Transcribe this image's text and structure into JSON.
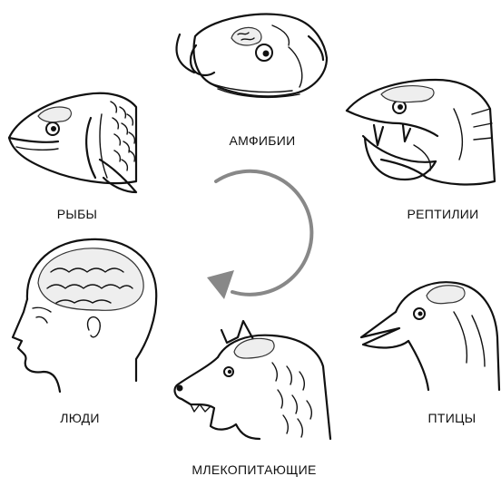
{
  "labels": {
    "amphibians": "АМФИБИИ",
    "fish": "РЫБЫ",
    "reptiles": "РЕПТИЛИИ",
    "humans": "ЛЮДИ",
    "birds": "ПТИЦЫ",
    "mammals": "МЛЕКОПИТАЮЩИЕ"
  },
  "colors": {
    "ink": "#111111",
    "arrow": "#888888",
    "brain_fill": "#eeeeee"
  }
}
